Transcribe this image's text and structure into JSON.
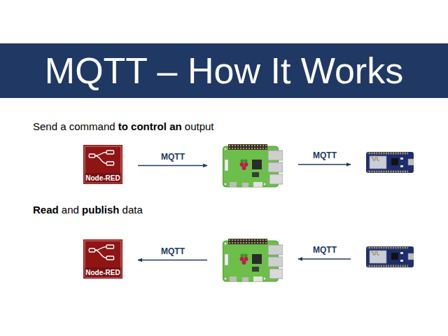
{
  "diagram": {
    "title": "MQTT – How It Works",
    "nodes": [
      {
        "text": [
          "Node-RED"
        ]
      },
      {
        "text": []
      },
      {
        "text": []
      },
      {
        "text": [
          "Node-RED"
        ]
      },
      {
        "text": []
      },
      {
        "text": []
      }
    ],
    "edges": [
      {
        "from": 0,
        "to": 1,
        "label": "MQTT",
        "arrow": "to"
      },
      {
        "from": 1,
        "to": 2,
        "label": "MQTT",
        "arrow": "to"
      },
      {
        "from": 4,
        "to": 3,
        "label": "MQTT",
        "arrow": "to"
      },
      {
        "from": 5,
        "to": 4,
        "label": "MQTT",
        "arrow": "to"
      }
    ],
    "labels": [
      "Send a command to control an output",
      "Read and publish data"
    ]
  }
}
